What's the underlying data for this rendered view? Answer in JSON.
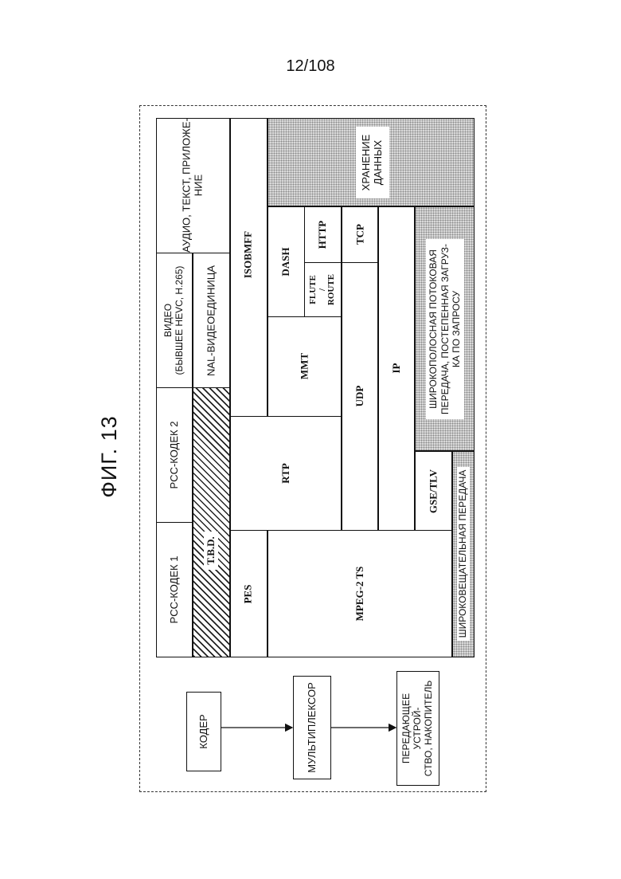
{
  "page": {
    "number": "12/108",
    "figure": "ФИГ. 13"
  },
  "flow": {
    "encoder": "КОДЕР",
    "multiplexer": "МУЛЬТИПЛЕКСОР",
    "transmitter": "ПЕРЕДАЮЩЕЕ УСТРОЙ-\nСТВО, НАКОПИТЕЛЬ"
  },
  "table": {
    "pcc_codec1": "PCC-КОДЕК 1",
    "pcc_codec2": "PCC-КОДЕК 2",
    "video": "ВИДЕО\n(БЫВШЕЕ HEVC, H.265)",
    "audio": "АУДИО, ТЕКСТ, ПРИЛОЖЕ-\nНИЕ",
    "tbd": "T.B.D.",
    "nal": "NAL-ВИДЕОЕДИНИЦА",
    "pes": "PES",
    "rtp": "RTP",
    "isobmff": "ISOBMFF",
    "storage": "ХРАНЕНИЕ\nДАННЫХ",
    "mpeg2ts": "MPEG-2 TS",
    "mmt": "MMT",
    "dash": "DASH",
    "flute": "FLUTE\n/\nROUTE",
    "http": "HTTP",
    "udp": "UDP",
    "tcp": "TCP",
    "ip": "IP",
    "gse": "GSE/TLV",
    "broadband": "ШИРОКОПОЛОСНАЯ ПОТОКОВАЯ\nПЕРЕДАЧА, ПОСТЕПЕННАЯ ЗАГРУЗ-\nКА ПО ЗАПРОСУ",
    "broadcast": "ШИРОКОВЕЩАТЕЛЬНАЯ ПЕРЕДАЧА"
  }
}
